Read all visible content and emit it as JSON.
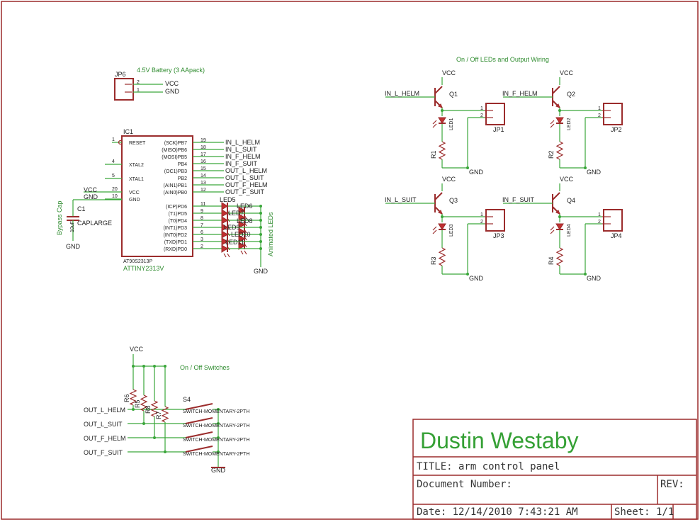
{
  "title_block": {
    "author": "Dustin Westaby",
    "title": "TITLE:  arm control panel",
    "doc_number": "Document Number:",
    "rev": "REV:",
    "date": "Date: 12/14/2010 7:43:21 AM",
    "sheet": "Sheet: 1/1"
  },
  "sections": {
    "outputs_title": "On / Off LEDs and Output Wiring",
    "switches_title": "On / Off Switches",
    "animated_leds": "Animated LEDs",
    "bypass_cap": "Bypass Cap"
  },
  "battery": {
    "ref": "JP6",
    "label": "4.5V Battery (3 AApack)",
    "pin2": "2",
    "pin1": "1",
    "net2": "VCC",
    "net1": "GND"
  },
  "mcu": {
    "ref": "IC1",
    "part": "AT90S2313P",
    "value": "ATTINY2313V",
    "left_pins": [
      {
        "num": "1",
        "name": "RESET"
      },
      {
        "num": "4",
        "name": "XTAL2"
      },
      {
        "num": "5",
        "name": "XTAL1"
      },
      {
        "num": "20",
        "name": "VCC"
      },
      {
        "num": "10",
        "name": "GND"
      }
    ],
    "left_nets": {
      "vcc": "VCC",
      "gnd": "GND"
    },
    "right_pins": [
      {
        "num": "19",
        "name": "(SCK)PB7",
        "net": "IN_L_HELM"
      },
      {
        "num": "18",
        "name": "(MISO)PB6",
        "net": "IN_L_SUIT"
      },
      {
        "num": "17",
        "name": "(MOSI)PB5",
        "net": "IN_F_HELM"
      },
      {
        "num": "16",
        "name": "PB4",
        "net": "IN_F_SUIT"
      },
      {
        "num": "15",
        "name": "(OC1)PB3",
        "net": "OUT_L_HELM"
      },
      {
        "num": "14",
        "name": "PB2",
        "net": "OUT_L_SUIT"
      },
      {
        "num": "13",
        "name": "(AIN1)PB1",
        "net": "OUT_F_HELM"
      },
      {
        "num": "12",
        "name": "(AIN0)PB0",
        "net": "OUT_F_SUIT"
      },
      {
        "num": "11",
        "name": "(ICP)PD6",
        "net": ""
      },
      {
        "num": "9",
        "name": "(T1)PD5",
        "net": ""
      },
      {
        "num": "8",
        "name": "(T0)PD4",
        "net": ""
      },
      {
        "num": "7",
        "name": "(INT1)PD3",
        "net": ""
      },
      {
        "num": "6",
        "name": "(INT0)PD2",
        "net": ""
      },
      {
        "num": "3",
        "name": "(TXD)PD1",
        "net": ""
      },
      {
        "num": "2",
        "name": "(RXD)PD0",
        "net": ""
      }
    ],
    "anim_led_labels": [
      "LED5",
      "LED6",
      "LED7",
      "LED8",
      "LED9",
      "LED10",
      "LED11"
    ],
    "anim_gnd": "GND"
  },
  "cap": {
    "ref": "C1",
    "value": "CAPLARGE",
    "small": "10uF",
    "gnd": "GND"
  },
  "channels": [
    {
      "q": "Q1",
      "input": "IN_L_HELM",
      "led": "LED1",
      "r": "R1",
      "jp": "JP1"
    },
    {
      "q": "Q2",
      "input": "IN_F_HELM",
      "led": "LED2",
      "r": "R2",
      "jp": "JP2"
    },
    {
      "q": "Q3",
      "input": "IN_L_SUIT",
      "led": "LED3",
      "r": "R3",
      "jp": "JP3"
    },
    {
      "q": "Q4",
      "input": "IN_F_SUIT",
      "led": "LED4",
      "r": "R4",
      "jp": "JP4"
    }
  ],
  "channel_nets": {
    "vcc": "VCC",
    "gnd": "GND",
    "pin1": "1",
    "pin2": "2"
  },
  "switches": {
    "vcc": "VCC",
    "gnd": "GND",
    "first_ref": "S4",
    "part": "SWITCH-MOMENTARY-2PTH",
    "outputs": [
      "OUT_L_HELM",
      "OUT_L_SUIT",
      "OUT_F_HELM",
      "OUT_F_SUIT"
    ],
    "resistors": [
      "R6",
      "R5",
      "R8",
      "R7"
    ]
  }
}
